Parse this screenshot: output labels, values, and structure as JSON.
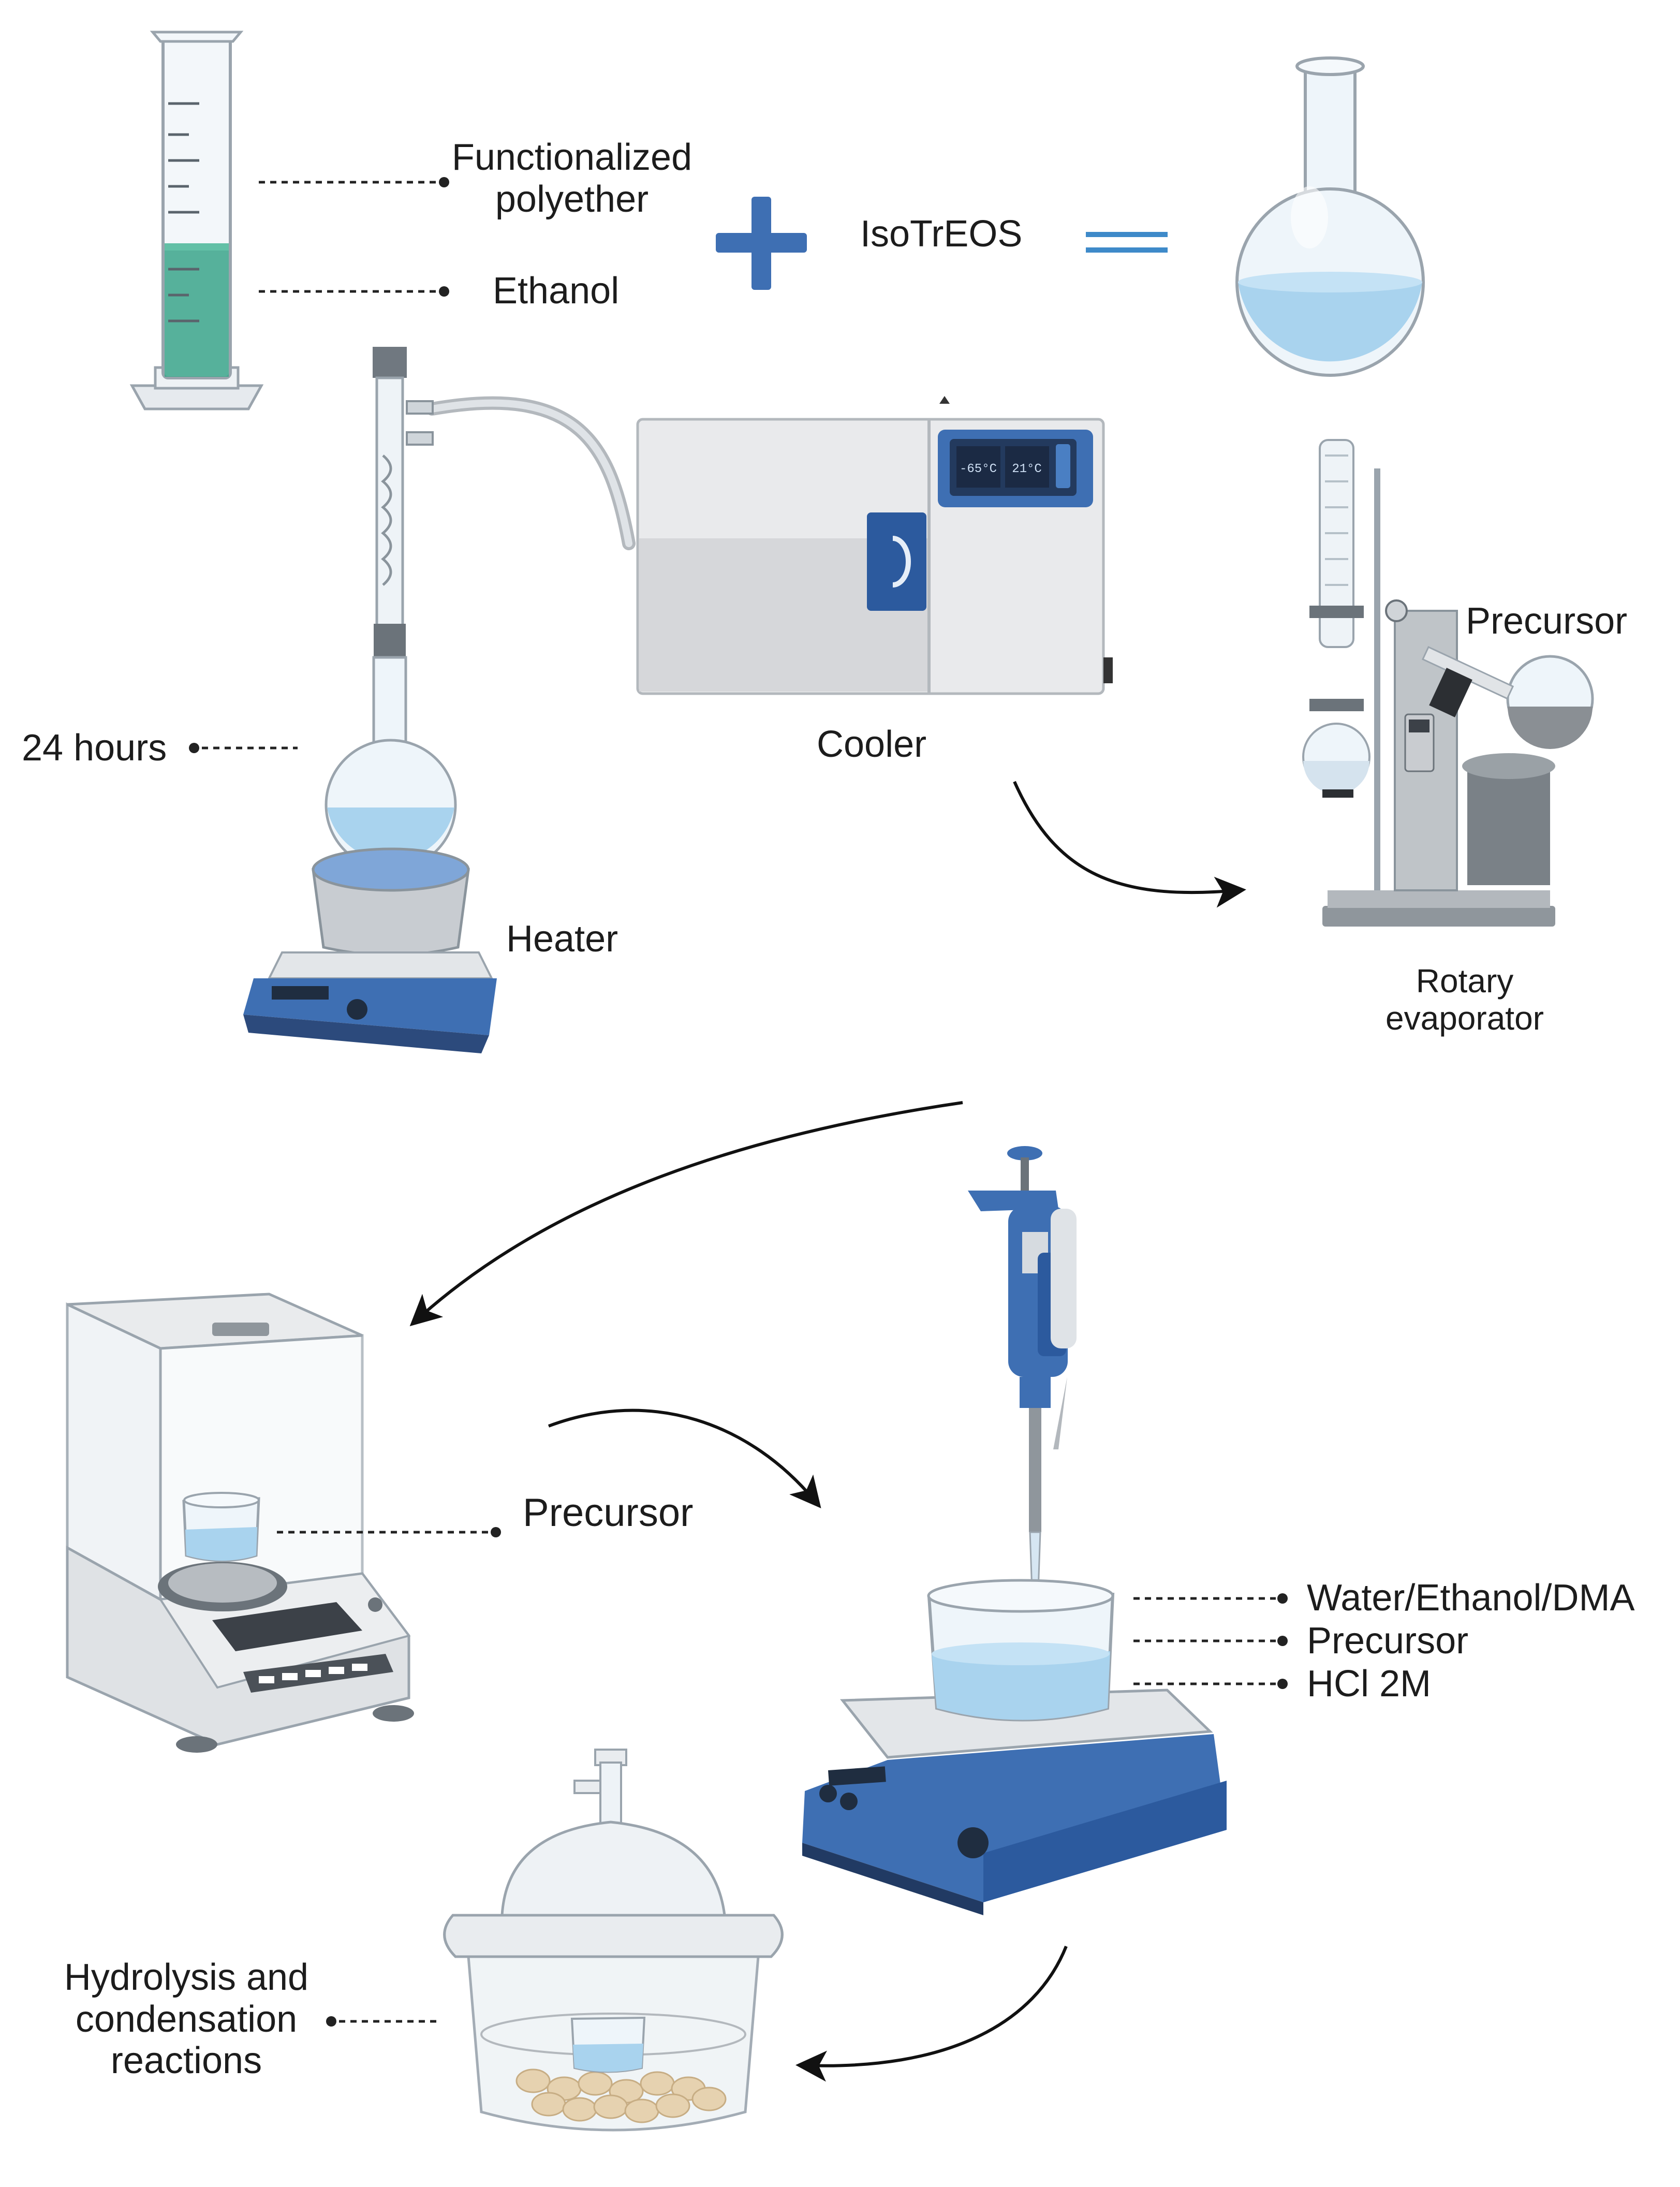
{
  "labels": {
    "functionalized_polyether": [
      "Functionalized",
      "polyether"
    ],
    "ethanol": "Ethanol",
    "isotreos": "IsoTrEOS",
    "twenty_four_hours": "24 hours",
    "cooler": "Cooler",
    "heater": "Heater",
    "precursor_evaporator": "Precursor",
    "rotary_evaporator": [
      "Rotary",
      "evaporator"
    ],
    "precursor_balance": "Precursor",
    "water_ethanol_dma": "Water/Ethanol/DMA",
    "precursor_beaker": "Precursor",
    "hcl": "HCl 2M",
    "hydrolysis": [
      "Hydrolysis and",
      "condensation",
      "reactions"
    ]
  },
  "display": {
    "left": "-65°C",
    "right": "21°C"
  },
  "colors": {
    "liquid_green": "#3aa58a",
    "liquid_blue": "#a9d3ee",
    "accent_blue": "#3e6fb3",
    "device_navy": "#2c4a7c",
    "device_grey": "#e9eaec",
    "glass": "#eef5fa",
    "pellet": "#e6d2b0"
  },
  "icons": [
    "graduated-cylinder-icon",
    "plus-icon",
    "equals-icon",
    "round-flask-icon",
    "reflux-setup-icon",
    "cooler-icon",
    "rotary-evaporator-icon",
    "analytical-balance-icon",
    "pipette-icon",
    "stirrer-beaker-icon",
    "desiccator-icon"
  ]
}
